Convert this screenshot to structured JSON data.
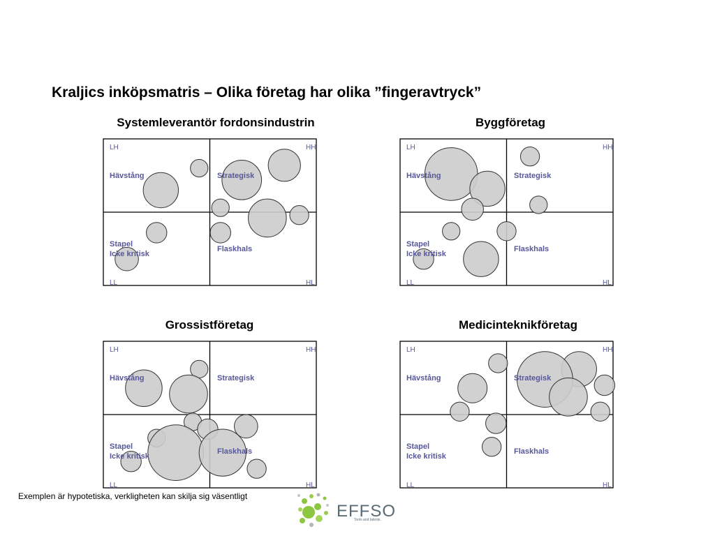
{
  "title": "Kraljics inköpsmatris – Olika företag har olika ”fingeravtryck”",
  "footnote": "Exemplen är hypotetiska, verkligheten kan skilja sig väsentligt",
  "labels": {
    "lh": "LH",
    "hh": "HH",
    "ll": "LL",
    "hl": "HL",
    "havstang": "Hävstång",
    "strategisk": "Strategisk",
    "stapel": "Stapel",
    "icke_kritisk": "Icke kritisk",
    "flaskhals": "Flaskhals"
  },
  "colors": {
    "bubble_fill": "#cccccc",
    "bubble_stroke": "#333333",
    "grid": "#000000",
    "label": "#57579a",
    "logo_green": "#8dc63f",
    "logo_gray": "#5a6a75"
  },
  "logo": {
    "name": "EFFSO",
    "tagline": "Tools and talents."
  },
  "chart_data": [
    {
      "type": "scatter",
      "title": "Systemleverantör fordonsindustrin",
      "xlim": [
        0,
        1
      ],
      "ylim": [
        0,
        1
      ],
      "points": [
        {
          "x": 0.45,
          "y": 0.8,
          "r": 0.06
        },
        {
          "x": 0.65,
          "y": 0.72,
          "r": 0.135
        },
        {
          "x": 0.85,
          "y": 0.82,
          "r": 0.11
        },
        {
          "x": 0.27,
          "y": 0.65,
          "r": 0.12
        },
        {
          "x": 0.55,
          "y": 0.53,
          "r": 0.06
        },
        {
          "x": 0.77,
          "y": 0.46,
          "r": 0.13
        },
        {
          "x": 0.92,
          "y": 0.48,
          "r": 0.065
        },
        {
          "x": 0.55,
          "y": 0.36,
          "r": 0.07
        },
        {
          "x": 0.25,
          "y": 0.36,
          "r": 0.07
        },
        {
          "x": 0.11,
          "y": 0.18,
          "r": 0.08
        }
      ]
    },
    {
      "type": "scatter",
      "title": "Byggföretag",
      "xlim": [
        0,
        1
      ],
      "ylim": [
        0,
        1
      ],
      "points": [
        {
          "x": 0.24,
          "y": 0.76,
          "r": 0.18
        },
        {
          "x": 0.61,
          "y": 0.88,
          "r": 0.065
        },
        {
          "x": 0.41,
          "y": 0.66,
          "r": 0.12
        },
        {
          "x": 0.34,
          "y": 0.52,
          "r": 0.075
        },
        {
          "x": 0.65,
          "y": 0.55,
          "r": 0.06
        },
        {
          "x": 0.24,
          "y": 0.37,
          "r": 0.06
        },
        {
          "x": 0.5,
          "y": 0.37,
          "r": 0.065
        },
        {
          "x": 0.38,
          "y": 0.18,
          "r": 0.12
        },
        {
          "x": 0.11,
          "y": 0.18,
          "r": 0.07
        }
      ]
    },
    {
      "type": "scatter",
      "title": "Grossistföretag",
      "xlim": [
        0,
        1
      ],
      "ylim": [
        0,
        1
      ],
      "points": [
        {
          "x": 0.45,
          "y": 0.81,
          "r": 0.06
        },
        {
          "x": 0.19,
          "y": 0.68,
          "r": 0.125
        },
        {
          "x": 0.4,
          "y": 0.64,
          "r": 0.13
        },
        {
          "x": 0.42,
          "y": 0.45,
          "r": 0.06
        },
        {
          "x": 0.67,
          "y": 0.42,
          "r": 0.08
        },
        {
          "x": 0.49,
          "y": 0.4,
          "r": 0.07
        },
        {
          "x": 0.25,
          "y": 0.34,
          "r": 0.06
        },
        {
          "x": 0.34,
          "y": 0.24,
          "r": 0.19
        },
        {
          "x": 0.56,
          "y": 0.24,
          "r": 0.16
        },
        {
          "x": 0.13,
          "y": 0.18,
          "r": 0.07
        },
        {
          "x": 0.72,
          "y": 0.13,
          "r": 0.065
        }
      ]
    },
    {
      "type": "scatter",
      "title": "Medicinteknikföretag",
      "xlim": [
        0,
        1
      ],
      "ylim": [
        0,
        1
      ],
      "points": [
        {
          "x": 0.46,
          "y": 0.85,
          "r": 0.065
        },
        {
          "x": 0.84,
          "y": 0.81,
          "r": 0.12
        },
        {
          "x": 0.68,
          "y": 0.74,
          "r": 0.19
        },
        {
          "x": 0.96,
          "y": 0.7,
          "r": 0.07
        },
        {
          "x": 0.34,
          "y": 0.68,
          "r": 0.1
        },
        {
          "x": 0.79,
          "y": 0.62,
          "r": 0.13
        },
        {
          "x": 0.94,
          "y": 0.52,
          "r": 0.065
        },
        {
          "x": 0.28,
          "y": 0.52,
          "r": 0.065
        },
        {
          "x": 0.45,
          "y": 0.44,
          "r": 0.07
        },
        {
          "x": 0.43,
          "y": 0.28,
          "r": 0.065
        }
      ]
    }
  ]
}
